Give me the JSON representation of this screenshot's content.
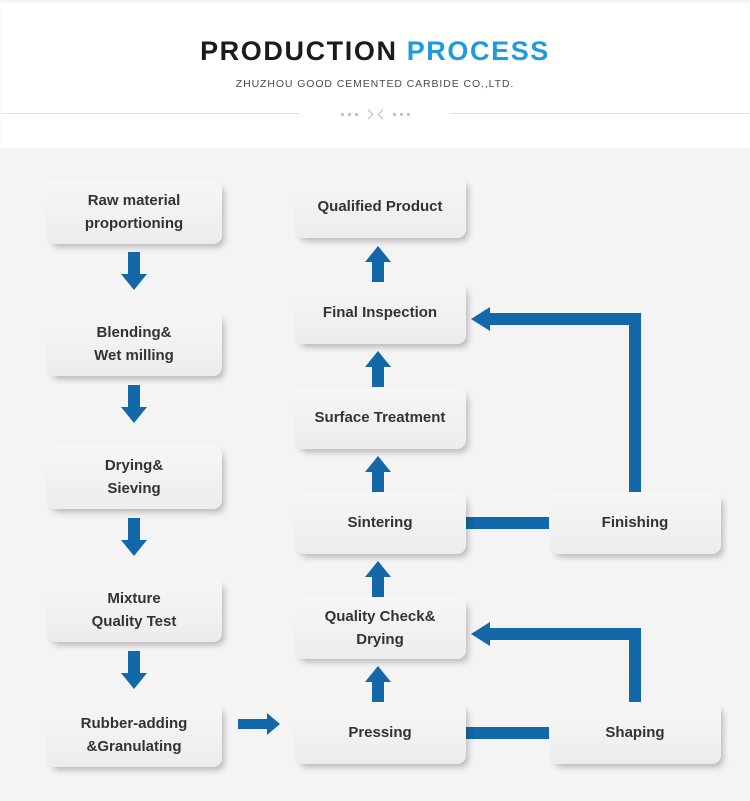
{
  "header": {
    "title_main": "PRODUCTION",
    "title_accent": "PROCESS",
    "subtitle": "ZHUZHOU GOOD CEMENTED CARBIDE CO.,LTD."
  },
  "colors": {
    "accent_blue": "#1e9bdc",
    "connector_blue": "#1268a8",
    "node_fill": "#f2f2f2",
    "canvas_bg": "#f5f4f5",
    "text": "#333333"
  },
  "diagram": {
    "type": "flowchart",
    "nodes": [
      {
        "id": "raw-material-proportioning",
        "label": "Raw material\nproportioning",
        "column": "left",
        "order": 1
      },
      {
        "id": "blending-wet-milling",
        "label": "Blending&\nWet milling",
        "column": "left",
        "order": 2
      },
      {
        "id": "drying-sieving",
        "label": "Drying&\nSieving",
        "column": "left",
        "order": 3
      },
      {
        "id": "mixture-quality-test",
        "label": "Mixture\nQuality Test",
        "column": "left",
        "order": 4
      },
      {
        "id": "rubber-adding-granulating",
        "label": "Rubber-adding\n&Granulating",
        "column": "left",
        "order": 5
      },
      {
        "id": "pressing",
        "label": "Pressing",
        "column": "middle",
        "order": 1
      },
      {
        "id": "quality-check-drying",
        "label": "Quality Check&\nDrying",
        "column": "middle",
        "order": 2
      },
      {
        "id": "sintering",
        "label": "Sintering",
        "column": "middle",
        "order": 3
      },
      {
        "id": "surface-treatment",
        "label": "Surface Treatment",
        "column": "middle",
        "order": 4
      },
      {
        "id": "final-inspection",
        "label": "Final Inspection",
        "column": "middle",
        "order": 5
      },
      {
        "id": "qualified-product",
        "label": "Qualified Product",
        "column": "middle",
        "order": 6
      },
      {
        "id": "shaping",
        "label": "Shaping",
        "column": "right",
        "order": 1
      },
      {
        "id": "finishing",
        "label": "Finishing",
        "column": "right",
        "order": 2
      }
    ],
    "edges": [
      {
        "from": "raw-material-proportioning",
        "to": "blending-wet-milling",
        "direction": "down"
      },
      {
        "from": "blending-wet-milling",
        "to": "drying-sieving",
        "direction": "down"
      },
      {
        "from": "drying-sieving",
        "to": "mixture-quality-test",
        "direction": "down"
      },
      {
        "from": "mixture-quality-test",
        "to": "rubber-adding-granulating",
        "direction": "down"
      },
      {
        "from": "rubber-adding-granulating",
        "to": "pressing",
        "direction": "right"
      },
      {
        "from": "pressing",
        "to": "shaping",
        "direction": "right"
      },
      {
        "from": "shaping",
        "to": "quality-check-drying",
        "direction": "up-left"
      },
      {
        "from": "quality-check-drying",
        "to": "sintering",
        "direction": "up"
      },
      {
        "from": "sintering",
        "to": "finishing",
        "direction": "right"
      },
      {
        "from": "finishing",
        "to": "final-inspection",
        "direction": "up-left"
      },
      {
        "from": "surface-treatment",
        "to": "final-inspection",
        "direction": "up"
      },
      {
        "from": "sintering",
        "to": "surface-treatment",
        "direction": "up"
      },
      {
        "from": "final-inspection",
        "to": "qualified-product",
        "direction": "up"
      }
    ]
  }
}
